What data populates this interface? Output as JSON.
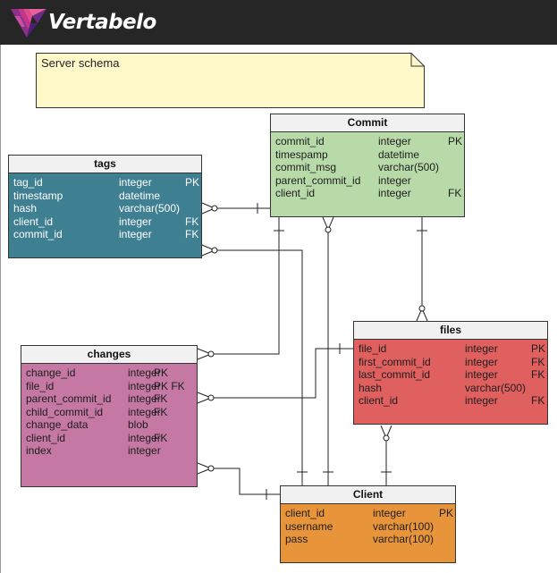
{
  "app": {
    "brand": "Vertabelo"
  },
  "note": {
    "text": "Server schema"
  },
  "colors": {
    "topbar": "#262626",
    "note_fill": "#fff9c9",
    "commit": "#b8daa9",
    "tags": "#3f7f92",
    "files": "#e0605f",
    "changes": "#c478a3",
    "client": "#e8943a"
  },
  "tables": {
    "commit": {
      "title": "Commit",
      "columns": [
        {
          "name": "commit_id",
          "type": "integer",
          "keys": "PK"
        },
        {
          "name": "timespamp",
          "type": "datetime",
          "keys": ""
        },
        {
          "name": "commit_msg",
          "type": "varchar(500)",
          "keys": ""
        },
        {
          "name": "parent_commit_id",
          "type": "integer",
          "keys": ""
        },
        {
          "name": "client_id",
          "type": "integer",
          "keys": "FK"
        }
      ]
    },
    "tags": {
      "title": "tags",
      "columns": [
        {
          "name": "tag_id",
          "type": "integer",
          "keys": "PK"
        },
        {
          "name": "timestamp",
          "type": "datetime",
          "keys": ""
        },
        {
          "name": "hash",
          "type": "varchar(500)",
          "keys": ""
        },
        {
          "name": "client_id",
          "type": "integer",
          "keys": "FK"
        },
        {
          "name": "commit_id",
          "type": "integer",
          "keys": "FK"
        }
      ]
    },
    "files": {
      "title": "files",
      "columns": [
        {
          "name": "file_id",
          "type": "integer",
          "keys": "PK"
        },
        {
          "name": "first_commit_id",
          "type": "integer",
          "keys": "FK"
        },
        {
          "name": "last_commit_id",
          "type": "integer",
          "keys": "FK"
        },
        {
          "name": "hash",
          "type": "varchar(500)",
          "keys": ""
        },
        {
          "name": "client_id",
          "type": "integer",
          "keys": "FK"
        }
      ]
    },
    "changes": {
      "title": "changes",
      "columns": [
        {
          "name": "change_id",
          "type": "integer",
          "keys": "PK"
        },
        {
          "name": "file_id",
          "type": "integer",
          "keys": "PK FK"
        },
        {
          "name": "parent_commit_id",
          "type": "integer",
          "keys": "FK"
        },
        {
          "name": "child_commit_id",
          "type": "integer",
          "keys": "FK"
        },
        {
          "name": "change_data",
          "type": "blob",
          "keys": ""
        },
        {
          "name": "client_id",
          "type": "integer",
          "keys": "FK"
        },
        {
          "name": "index",
          "type": "integer",
          "keys": ""
        }
      ]
    },
    "client": {
      "title": "Client",
      "columns": [
        {
          "name": "client_id",
          "type": "integer",
          "keys": "PK"
        },
        {
          "name": "username",
          "type": "varchar(100)",
          "keys": ""
        },
        {
          "name": "pass",
          "type": "varchar(100)",
          "keys": ""
        }
      ]
    }
  }
}
